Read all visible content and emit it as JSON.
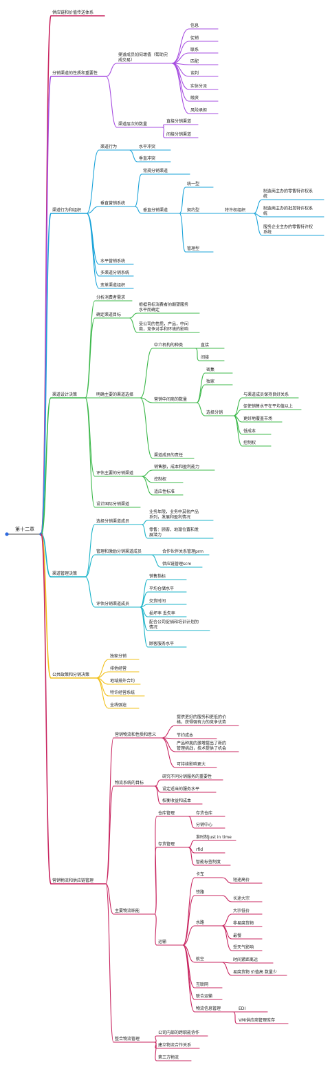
{
  "root": "第十二章",
  "colors": {
    "magenta": "#C8245F",
    "purple": "#A64CE0",
    "cyan": "#1AA3D9",
    "green": "#3CB84A",
    "teal": "#19B3C8",
    "yellow": "#F2C01A",
    "root_line": "#888888"
  },
  "branches": [
    {
      "label": "供应链和价值传送体系",
      "color": "magenta"
    },
    {
      "label": "分销渠道的性质和重要性",
      "color": "purple",
      "children": [
        {
          "label": "渠道成员如何增值（帮助完成交易）",
          "children": [
            "信息",
            "促销",
            "联系",
            "匹配",
            "谈判",
            "实体分派",
            "融资",
            "风险承担"
          ]
        },
        {
          "label": "渠道层次的数量",
          "children": [
            "直接分销渠道",
            "间接分销渠道"
          ]
        }
      ]
    },
    {
      "label": "渠道行为和组织",
      "color": "cyan",
      "children": [
        {
          "label": "渠道行为",
          "children": [
            "水平冲突",
            "垂直冲突"
          ]
        },
        {
          "label": "垂直营销系统",
          "children": [
            "常规分销渠道",
            {
              "label": "垂直分销渠道",
              "children": [
                "统一型",
                {
                  "label": "契约型",
                  "children": [
                    {
                      "label": "特许权组织",
                      "children": [
                        "制造商主办的零售特许权系统",
                        "制造商主办的批发特许权系统",
                        "服务企业主办的零售特许权系统"
                      ]
                    }
                  ]
                },
                "管理型"
              ]
            }
          ]
        },
        "水平营销系统",
        "多渠道分销系统",
        "变革渠道组织"
      ]
    },
    {
      "label": "渠道设计决策",
      "color": "green",
      "children": [
        "分析消费者需求",
        {
          "label": "确定渠道目标",
          "children": [
            "根据目标消费者的期望服务水平而确定",
            "受公司的性质，产品，中间商，竞争对手和环境的影响"
          ]
        },
        {
          "label": "明确主要的渠道选择",
          "children": [
            {
              "label": "中介机构的种类",
              "children": [
                "直接",
                "间接"
              ]
            },
            {
              "label": "营销中间商的数量",
              "children": [
                "密集",
                "独家",
                {
                  "label": "选择分销",
                  "children": [
                    "与渠道成员保持良好关系",
                    "促使销售水平在平均值以上",
                    "更好地覆盖市场",
                    "低成本",
                    "控制权"
                  ]
                }
              ]
            },
            "渠道成员的责任"
          ]
        },
        {
          "label": "评估主要的分销渠道",
          "children": [
            "销售额，成本和盈利能力",
            "控制权",
            "适应性标准"
          ]
        },
        "设计国际分销渠道"
      ]
    },
    {
      "label": "渠道管理决策",
      "color": "teal",
      "children": [
        {
          "label": "选择分销渠道成员",
          "children": [
            "业务年限，业务中其他产品系列，发展和盈利情况",
            "零售：顾客，地理位置和发展潜力"
          ]
        },
        {
          "label": "管理和激励分销渠道成员",
          "children": [
            "合作伙伴关系管理prm",
            "供应链管理scm"
          ]
        },
        {
          "label": "评估分销渠道成员",
          "children": [
            "销售指标",
            "平均仓储水平",
            "交货时间",
            "损坏率 丢失率",
            "配合公司促销和培训计划的情况",
            "顾客服务水平"
          ]
        }
      ]
    },
    {
      "label": "公共政策和分销决策",
      "color": "yellow",
      "children": [
        "独家分销",
        "排他经营",
        "地域排外合约",
        "特许经营系统",
        "全线强迫"
      ]
    },
    {
      "label": "营销物流和供应链管理",
      "color": "magenta",
      "children": [
        {
          "label": "营销物流和性质和意义",
          "children": [
            "提供更好的服务和更低的价格，获得强有力的竞争优势",
            "节约成本",
            "产品种类的激增提出了新的管理挑战，技术提供了机会",
            "可持续影响更大"
          ]
        },
        {
          "label": "物流系统的目标",
          "children": [
            "研究不同分销服务的重要性",
            "设定适当的服务水平",
            "权衡收益和成本"
          ]
        },
        {
          "label": "主要物流职能",
          "children": [
            {
              "label": "仓库管理",
              "children": [
                "存货仓库",
                "分销中心"
              ]
            },
            {
              "label": "存货管理",
              "children": [
                "准时制just in time",
                "rfid",
                "智能标签制度"
              ]
            },
            {
              "label": "运输",
              "children": [
                {
                  "label": "卡车",
                  "children": [
                    "短途高价"
                  ]
                },
                {
                  "label": "铁路",
                  "children": [
                    "长途大宗"
                  ]
                },
                {
                  "label": "水路",
                  "children": [
                    "大宗低价",
                    "非易腐货物",
                    "最慢",
                    "受天气影响"
                  ]
                },
                {
                  "label": "航空",
                  "children": [
                    "时间紧距离远",
                    "易腐货物 价值高 数量少"
                  ]
                },
                "互联网",
                "联合运输",
                {
                  "label": "物流信息管理",
                  "children": [
                    "EDI",
                    "VMI供应商管理库存"
                  ]
                }
              ]
            }
          ]
        },
        {
          "label": "整合物流管理",
          "children": [
            "公司内部的跨职能协作",
            "建立物流合作关系",
            "第三方物流"
          ]
        }
      ]
    }
  ]
}
